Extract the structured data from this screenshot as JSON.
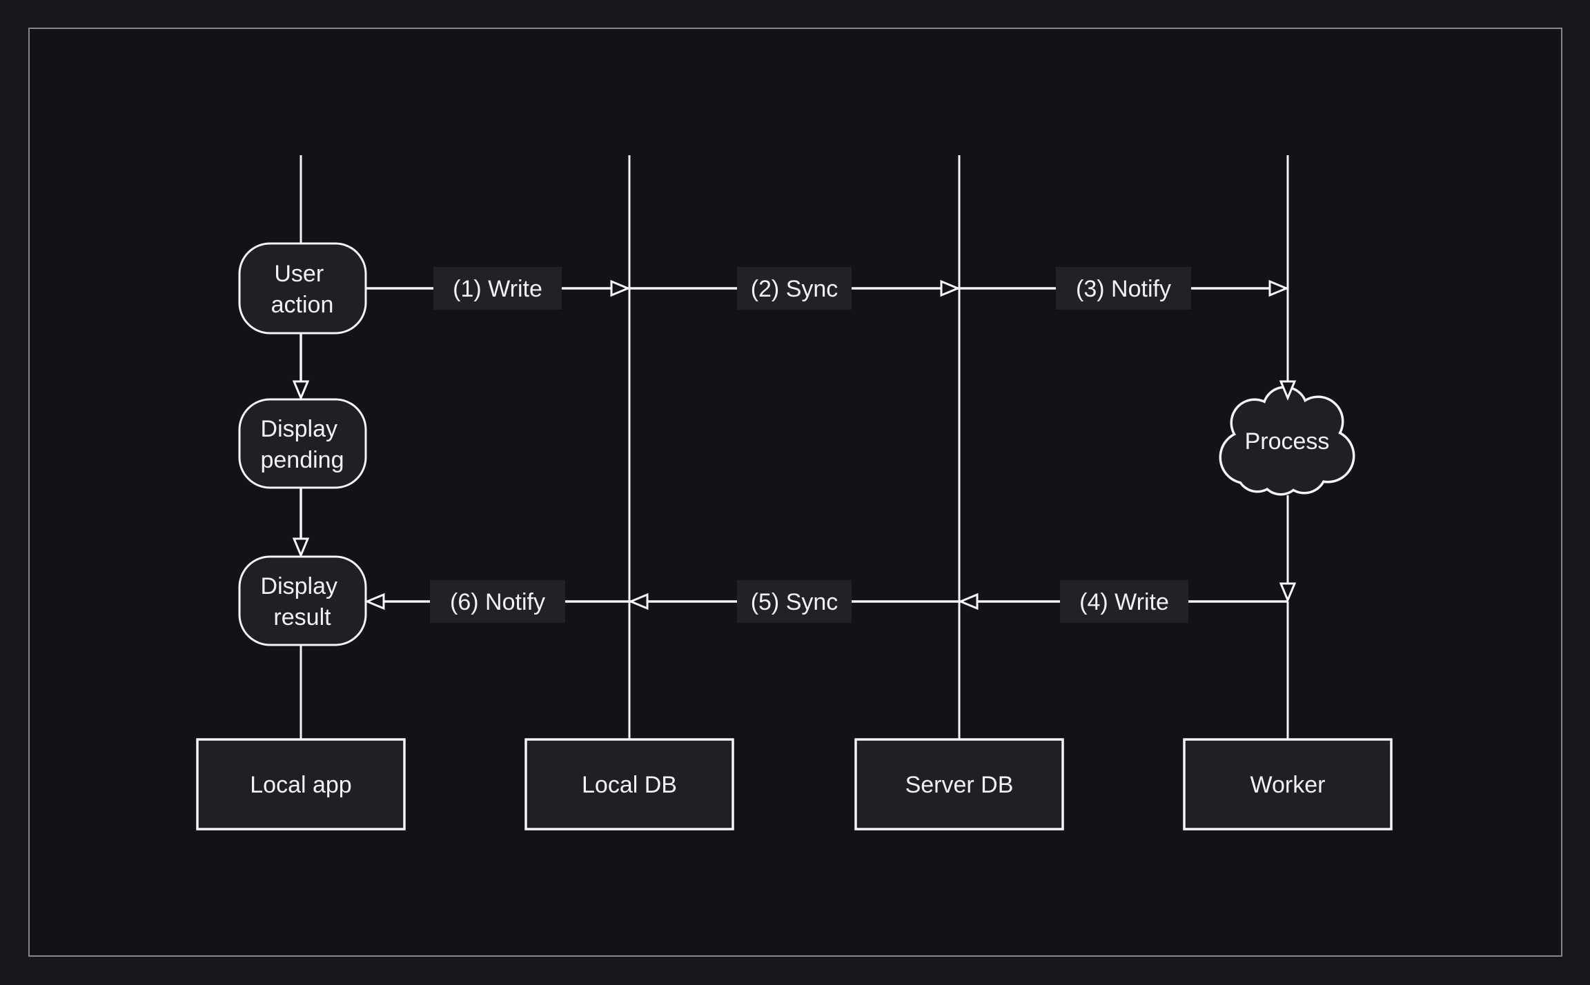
{
  "colors": {
    "page_bg": "#17181c",
    "panel_bg": "#121318",
    "frame_border": "#85878c",
    "node_fill": "#1e2025",
    "node_stroke": "#f4f5f6",
    "label_bg": "#212228",
    "text": "#f2f3f5",
    "line": "#f4f5f6"
  },
  "actors": [
    {
      "label": "Local app"
    },
    {
      "label": "Local DB"
    },
    {
      "label": "Server DB"
    },
    {
      "label": "Worker"
    }
  ],
  "nodes": {
    "user_action": {
      "line1": "User",
      "line2": "action"
    },
    "display_pending": {
      "line1": "Display",
      "line2": "pending"
    },
    "display_result": {
      "line1": "Display",
      "line2": "result"
    },
    "process": {
      "label": "Process"
    }
  },
  "messages": [
    {
      "label": "(1) Write",
      "from": "Local app",
      "to": "Local DB",
      "direction": "right"
    },
    {
      "label": "(2) Sync",
      "from": "Local DB",
      "to": "Server DB",
      "direction": "right"
    },
    {
      "label": "(3) Notify",
      "from": "Server DB",
      "to": "Worker",
      "direction": "right"
    },
    {
      "label": "(4) Write",
      "from": "Worker",
      "to": "Server DB",
      "direction": "left"
    },
    {
      "label": "(5) Sync",
      "from": "Server DB",
      "to": "Local DB",
      "direction": "left"
    },
    {
      "label": "(6) Notify",
      "from": "Local DB",
      "to": "Local app",
      "direction": "left"
    }
  ]
}
